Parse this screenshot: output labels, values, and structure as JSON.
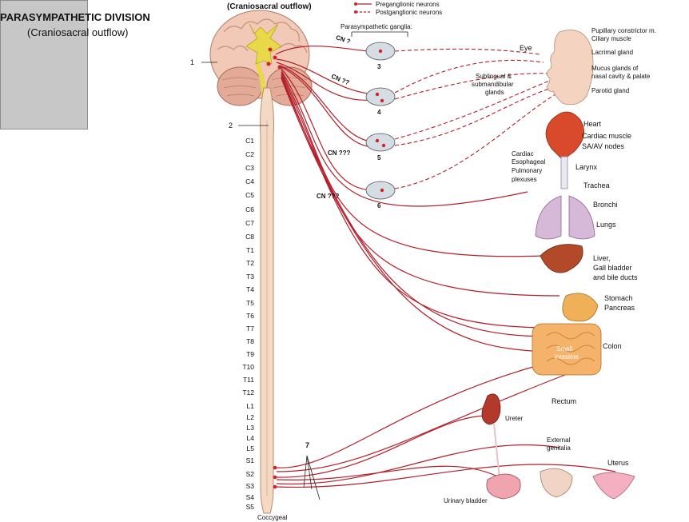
{
  "header": {
    "title": "PARASYMPATHETIC DIVISION",
    "subtitle": "(Craniosacral outflow)",
    "top_caption": "(Craniosacral outflow)"
  },
  "legend": {
    "preganglionic": "Preganglionic neurons",
    "postganglionic": "Postganglionic neurons"
  },
  "ganglia_label": "Parasympathetic ganglia:",
  "callouts": {
    "n1": "1",
    "n2": "2",
    "n7": "7"
  },
  "ganglia": [
    {
      "num": "3",
      "nerve": "CN ?"
    },
    {
      "num": "4",
      "nerve": "CN ??"
    },
    {
      "num": "5",
      "nerve": "CN ???"
    },
    {
      "num": "6",
      "nerve": "CN ???"
    }
  ],
  "vertebrae": [
    "C1",
    "C2",
    "C3",
    "C4",
    "C5",
    "C6",
    "C7",
    "C8",
    "T1",
    "T2",
    "T3",
    "T4",
    "T5",
    "T6",
    "T7",
    "T8",
    "T9",
    "T10",
    "T11",
    "T12",
    "L1",
    "L2",
    "L3",
    "L4",
    "L5",
    "S1",
    "S2",
    "S3",
    "S4",
    "S5",
    "Coccygeal"
  ],
  "organs": {
    "eye": "Eye",
    "pupillary": "Pupillary constrictor m.",
    "ciliary": "Ciliary muscle",
    "lacrimal": "Lacrimal gland",
    "mucus1": "Mucus glands of",
    "mucus2": "nasal cavity & palate",
    "parotid": "Parotid gland",
    "sub1": "Sublingual &",
    "sub2": "submandibular",
    "sub3": "glands",
    "heart": "Heart",
    "cardiac_muscle": "Cardiac muscle",
    "sa_av": "SA/AV nodes",
    "plex1": "Cardiac",
    "plex2": "Esophageal",
    "plex3": "Pulmonary",
    "plex4": "plexuses",
    "larynx": "Larynx",
    "trachea": "Trachea",
    "bronchi": "Bronchi",
    "lungs": "Lungs",
    "liver1": "Liver,",
    "liver2": "Gall bladder",
    "liver3": "and bile ducts",
    "stomach": "Stomach",
    "pancreas": "Pancreas",
    "small1": "Small",
    "small2": "intestine",
    "colon": "Colon",
    "rectum": "Rectum",
    "ureter": "Ureter",
    "ext1": "External",
    "ext2": "genitalia",
    "uterus": "Uterus",
    "bladder": "Urinary bladder"
  }
}
